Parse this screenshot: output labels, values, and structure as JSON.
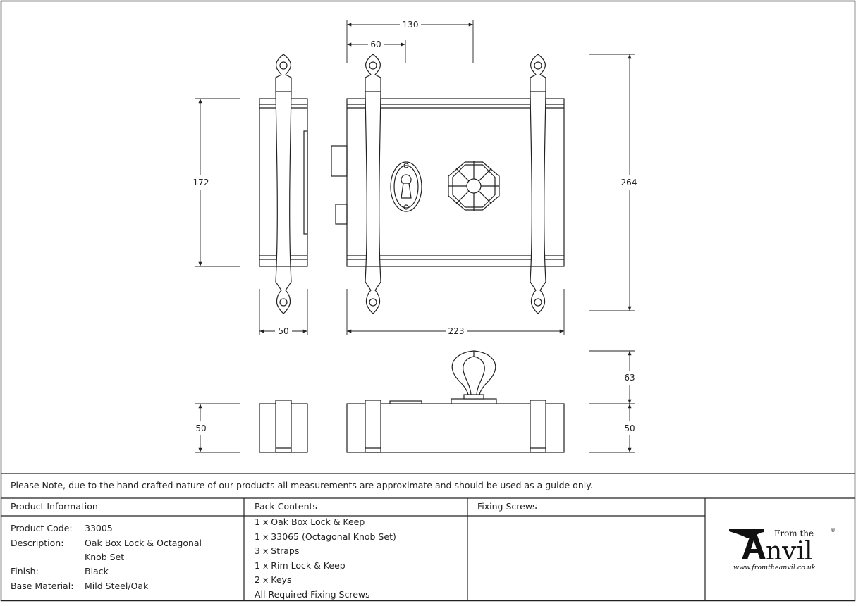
{
  "dimensions": {
    "d130": "130",
    "d60": "60",
    "d172": "172",
    "d264": "264",
    "d50_top": "50",
    "d223": "223",
    "d63": "63",
    "d50_left": "50",
    "d50_right": "50"
  },
  "note": "Please Note, due to the hand crafted nature of our products all measurements are approximate and should be used as a guide only.",
  "product_info": {
    "header": "Product Information",
    "rows": [
      {
        "label": "Product Code:",
        "value": "33005"
      },
      {
        "label": "Description:",
        "value": "Oak Box Lock & Octagonal Knob Set"
      },
      {
        "label": "Finish:",
        "value": "Black"
      },
      {
        "label": "Base Material:",
        "value": "Mild Steel/Oak"
      }
    ]
  },
  "pack_contents": {
    "header": "Pack Contents",
    "items": [
      "1 x Oak Box Lock & Keep",
      "1 x 33065 (Octagonal Knob Set)",
      "3 x Straps",
      "1 x Rim Lock & Keep",
      "2 x Keys",
      "All Required Fixing Screws"
    ]
  },
  "fixing_screws": {
    "header": "Fixing Screws"
  },
  "logo": {
    "from_the": "From the",
    "brand": "Anvil",
    "registered": "®",
    "url": "www.fromtheanvil.co.uk"
  },
  "colors": {
    "line": "#222222",
    "background": "#ffffff"
  }
}
